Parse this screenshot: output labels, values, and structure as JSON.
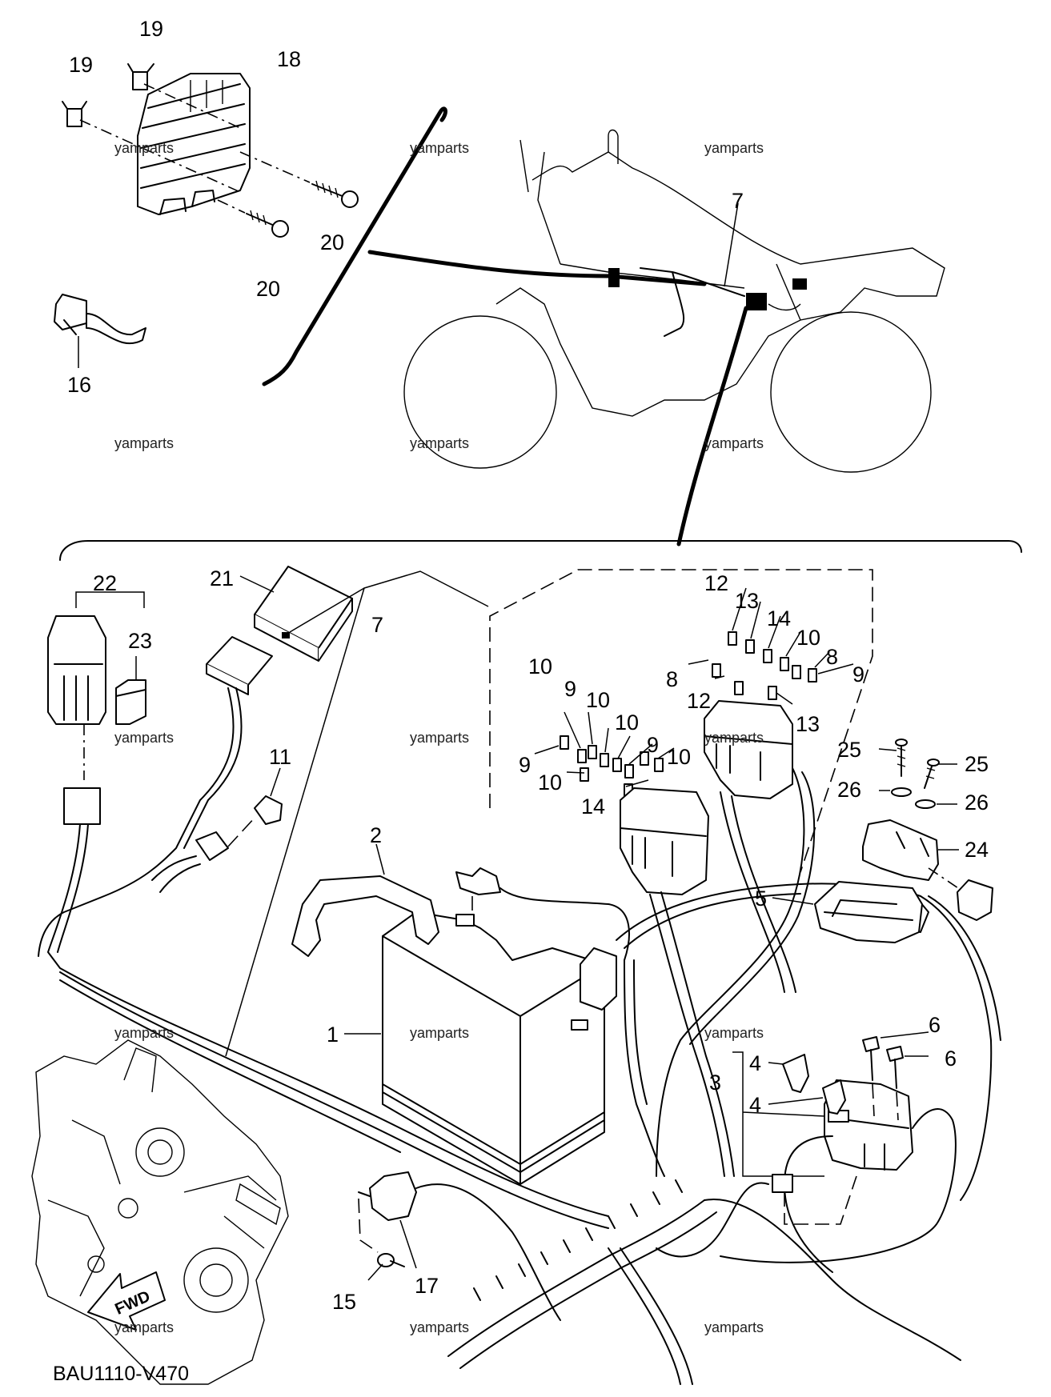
{
  "diagram": {
    "code": "BAU1110-V470",
    "fwd_label": "FWD",
    "watermark": "yamparts",
    "callouts": {
      "n1": "1",
      "n2": "2",
      "n3": "3",
      "n4a": "4",
      "n4b": "4",
      "n5": "5",
      "n6a": "6",
      "n6b": "6",
      "n7a": "7",
      "n7b": "7",
      "n8a": "8",
      "n8b": "8",
      "n9a": "9",
      "n9b": "9",
      "n9c": "9",
      "n9d": "9",
      "n10a": "10",
      "n10b": "10",
      "n10c": "10",
      "n10d": "10",
      "n10e": "10",
      "n10f": "10",
      "n11": "11",
      "n12a": "12",
      "n12b": "12",
      "n13a": "13",
      "n13b": "13",
      "n14a": "14",
      "n14b": "14",
      "n15": "15",
      "n16": "16",
      "n17": "17",
      "n18": "18",
      "n19a": "19",
      "n19b": "19",
      "n20a": "20",
      "n20b": "20",
      "n21": "21",
      "n22": "22",
      "n23": "23",
      "n24": "24",
      "n25a": "25",
      "n25b": "25",
      "n26a": "26",
      "n26b": "26"
    }
  }
}
